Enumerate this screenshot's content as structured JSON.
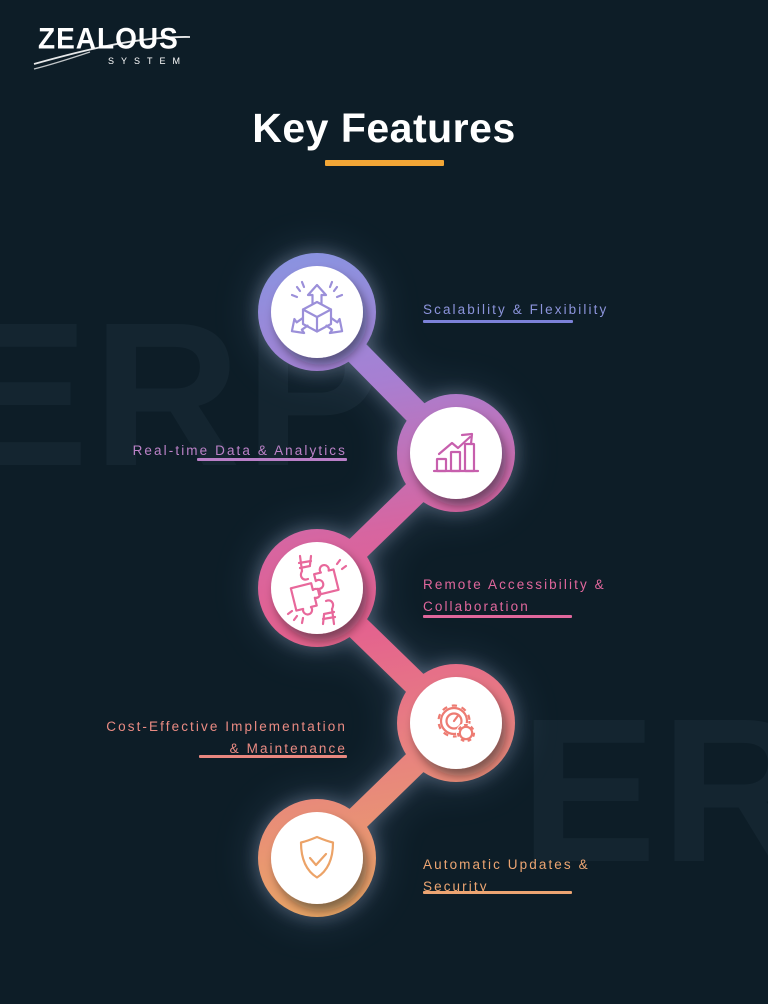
{
  "page": {
    "background_color": "#0d1d27",
    "watermark_text": "ERP"
  },
  "logo": {
    "brand": "ZEALOUS",
    "subtitle": "SYSTEM"
  },
  "header": {
    "title": "Key Features",
    "underline_color": "#f2a636"
  },
  "chain_gradient": [
    "#8a93e0",
    "#a77fd2",
    "#d765a0",
    "#e4618f",
    "#e8837f",
    "#eaab62"
  ],
  "features": [
    {
      "id": "scalability-flexibility",
      "lines": [
        "Scalability & Flexibility"
      ],
      "icon": "expand-arrows-cube-icon",
      "text_color": "#8c94db",
      "underline_color": "#7c82d9",
      "icon_color": "#9b8fd9"
    },
    {
      "id": "realtime-data-analytics",
      "lines": [
        "Real-time Data & Analytics"
      ],
      "icon": "growth-chart-icon",
      "text_color": "#bc82c8",
      "underline_color": "#b97fc7",
      "icon_color": "#c75fad"
    },
    {
      "id": "remote-accessibility-collaboration",
      "lines": [
        "Remote Accessibility &",
        "Collaboration"
      ],
      "icon": "puzzle-hands-icon",
      "text_color": "#e0679c",
      "underline_color": "#e0679c",
      "icon_color": "#e8689b"
    },
    {
      "id": "cost-effective-implementation",
      "lines": [
        "Cost-Effective Implementation",
        "& Maintenance"
      ],
      "icon": "gears-icon",
      "text_color": "#ea8b83",
      "underline_color": "#e8877f",
      "icon_color": "#ed7b72"
    },
    {
      "id": "automatic-updates-security",
      "lines": [
        "Automatic Updates &",
        "Security"
      ],
      "icon": "shield-check-icon",
      "text_color": "#eca572",
      "underline_color": "#eca472",
      "icon_color": "#eca368"
    }
  ]
}
